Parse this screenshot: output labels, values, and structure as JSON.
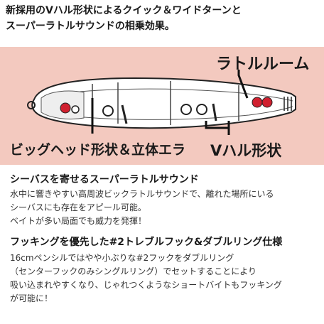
{
  "headline": {
    "line1": "新採用のVハル形状によるクイック＆ワイドターンと",
    "line2": "スーパーラトルサウンドの相乗効果。"
  },
  "diagram": {
    "callout_rattle_room": "ラトルルーム",
    "callout_big_head": "ビッグヘッド形状＆立体エラ",
    "callout_v_hull": "Vハル形状",
    "colors": {
      "panel_bg": "#f3c9bf",
      "lure_body": "#ffffff",
      "outline": "#222222",
      "rattle_red": "#d0202f",
      "leader": "#111111"
    }
  },
  "section1": {
    "title": "シーバスを寄せるスーパーラトルサウンド",
    "lines": [
      "水中に響きやすい高周波ビックラトルサウンドで、離れた場所にいる",
      "シーバスにも存在をアピール可能。",
      "ベイトが多い局面でも威力を発揮！"
    ]
  },
  "section2": {
    "title": "フッキングを優先した#2トレブルフック&ダブルリング仕様",
    "lines": [
      "16cmペンシルではやや小ぶりな#2フックをダブルリング",
      "（センターフックのみシングルリング）でセットすることにより",
      "吸い込まれやすくなり、じゃれつくようなショートバイトもフッキング",
      "が可能に！"
    ]
  }
}
